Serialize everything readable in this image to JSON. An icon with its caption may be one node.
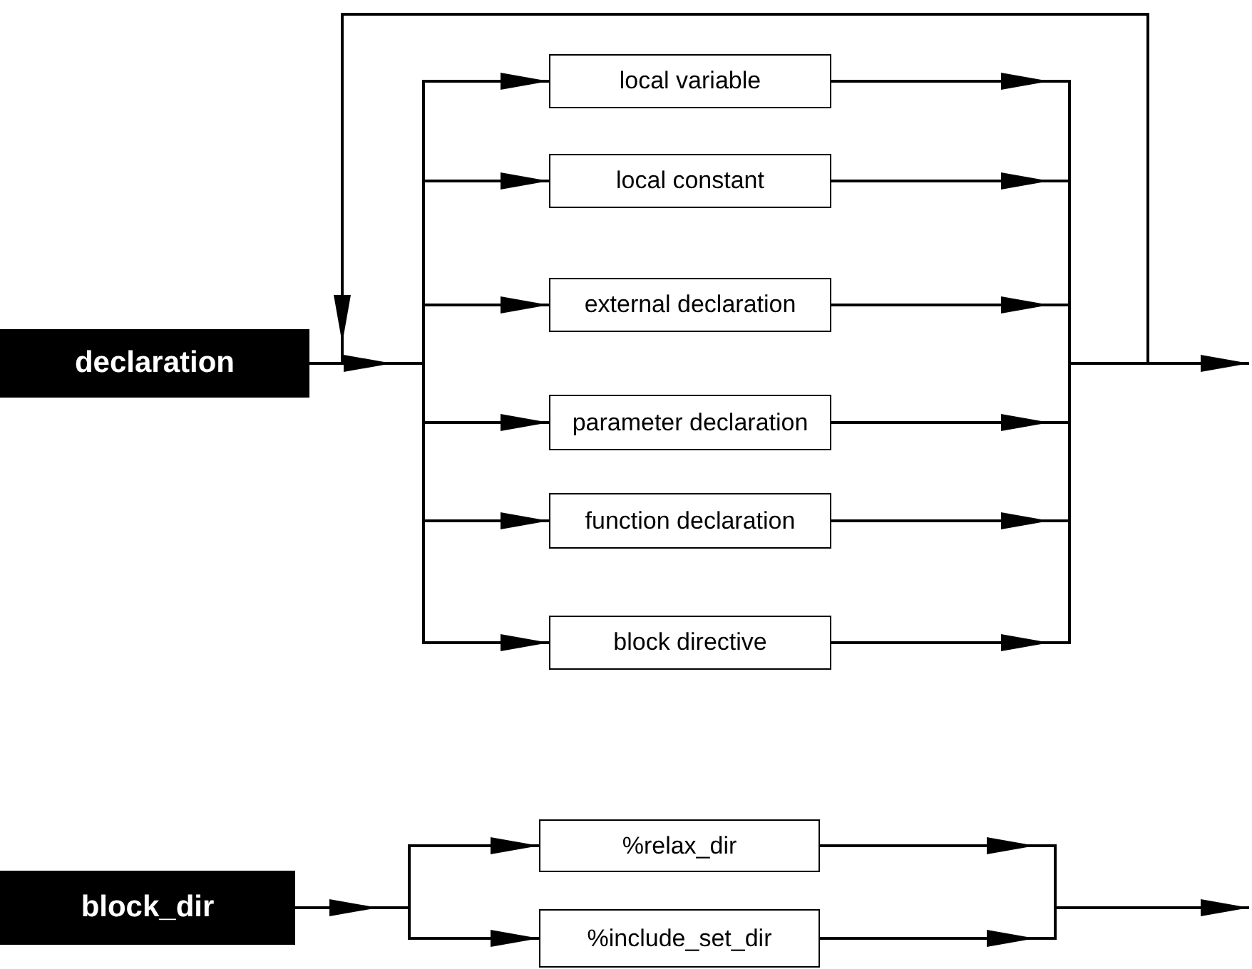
{
  "diagram": {
    "nodes": [
      {
        "text": [
          "declaration"
        ]
      },
      {
        "text": [
          "local variable"
        ]
      },
      {
        "text": [
          "local constant"
        ]
      },
      {
        "text": [
          "external declaration"
        ]
      },
      {
        "text": [
          "parameter declaration"
        ]
      },
      {
        "text": [
          "function declaration"
        ]
      },
      {
        "text": [
          "block directive"
        ]
      },
      {
        "text": [
          "block_dir"
        ]
      },
      {
        "text": [
          "%relax_dir"
        ]
      },
      {
        "text": [
          "%include_set_dir"
        ]
      }
    ],
    "edges": [
      {
        "from": 0,
        "to": 1,
        "arrow": "to"
      },
      {
        "from": 0,
        "to": 2,
        "arrow": "to"
      },
      {
        "from": 0,
        "to": 3,
        "arrow": "to"
      },
      {
        "from": 0,
        "to": 4,
        "arrow": "to"
      },
      {
        "from": 0,
        "to": 5,
        "arrow": "to"
      },
      {
        "from": 0,
        "to": 6,
        "arrow": "to"
      },
      {
        "from": 1,
        "to": null,
        "arrow": "to"
      },
      {
        "from": 2,
        "to": null,
        "arrow": "to"
      },
      {
        "from": 3,
        "to": null,
        "arrow": "to"
      },
      {
        "from": 4,
        "to": null,
        "arrow": "to"
      },
      {
        "from": 5,
        "to": null,
        "arrow": "to"
      },
      {
        "from": 6,
        "to": null,
        "arrow": "to"
      },
      {
        "from": 1,
        "to": 1,
        "arrow": "to"
      },
      {
        "from": 1,
        "to": 2,
        "arrow": "to"
      },
      {
        "from": 1,
        "to": 3,
        "arrow": "to"
      },
      {
        "from": 1,
        "to": 4,
        "arrow": "to"
      },
      {
        "from": 1,
        "to": 5,
        "arrow": "to"
      },
      {
        "from": 1,
        "to": 6,
        "arrow": "to"
      },
      {
        "from": 2,
        "to": 1,
        "arrow": "to"
      },
      {
        "from": 2,
        "to": 2,
        "arrow": "to"
      },
      {
        "from": 2,
        "to": 3,
        "arrow": "to"
      },
      {
        "from": 2,
        "to": 4,
        "arrow": "to"
      },
      {
        "from": 2,
        "to": 5,
        "arrow": "to"
      },
      {
        "from": 2,
        "to": 6,
        "arrow": "to"
      },
      {
        "from": 3,
        "to": 1,
        "arrow": "to"
      },
      {
        "from": 3,
        "to": 2,
        "arrow": "to"
      },
      {
        "from": 3,
        "to": 3,
        "arrow": "to"
      },
      {
        "from": 3,
        "to": 4,
        "arrow": "to"
      },
      {
        "from": 3,
        "to": 5,
        "arrow": "to"
      },
      {
        "from": 3,
        "to": 6,
        "arrow": "to"
      },
      {
        "from": 4,
        "to": 1,
        "arrow": "to"
      },
      {
        "from": 4,
        "to": 2,
        "arrow": "to"
      },
      {
        "from": 4,
        "to": 3,
        "arrow": "to"
      },
      {
        "from": 4,
        "to": 4,
        "arrow": "to"
      },
      {
        "from": 4,
        "to": 5,
        "arrow": "to"
      },
      {
        "from": 4,
        "to": 6,
        "arrow": "to"
      },
      {
        "from": 5,
        "to": 1,
        "arrow": "to"
      },
      {
        "from": 5,
        "to": 2,
        "arrow": "to"
      },
      {
        "from": 5,
        "to": 3,
        "arrow": "to"
      },
      {
        "from": 5,
        "to": 4,
        "arrow": "to"
      },
      {
        "from": 5,
        "to": 5,
        "arrow": "to"
      },
      {
        "from": 5,
        "to": 6,
        "arrow": "to"
      },
      {
        "from": 6,
        "to": 1,
        "arrow": "to"
      },
      {
        "from": 6,
        "to": 2,
        "arrow": "to"
      },
      {
        "from": 6,
        "to": 3,
        "arrow": "to"
      },
      {
        "from": 6,
        "to": 4,
        "arrow": "to"
      },
      {
        "from": 6,
        "to": 5,
        "arrow": "to"
      },
      {
        "from": 6,
        "to": 6,
        "arrow": "to"
      },
      {
        "from": 7,
        "to": 8,
        "arrow": "to"
      },
      {
        "from": 7,
        "to": 9,
        "arrow": "to"
      },
      {
        "from": 8,
        "to": null,
        "arrow": "to"
      },
      {
        "from": 9,
        "to": null,
        "arrow": "to"
      }
    ]
  }
}
